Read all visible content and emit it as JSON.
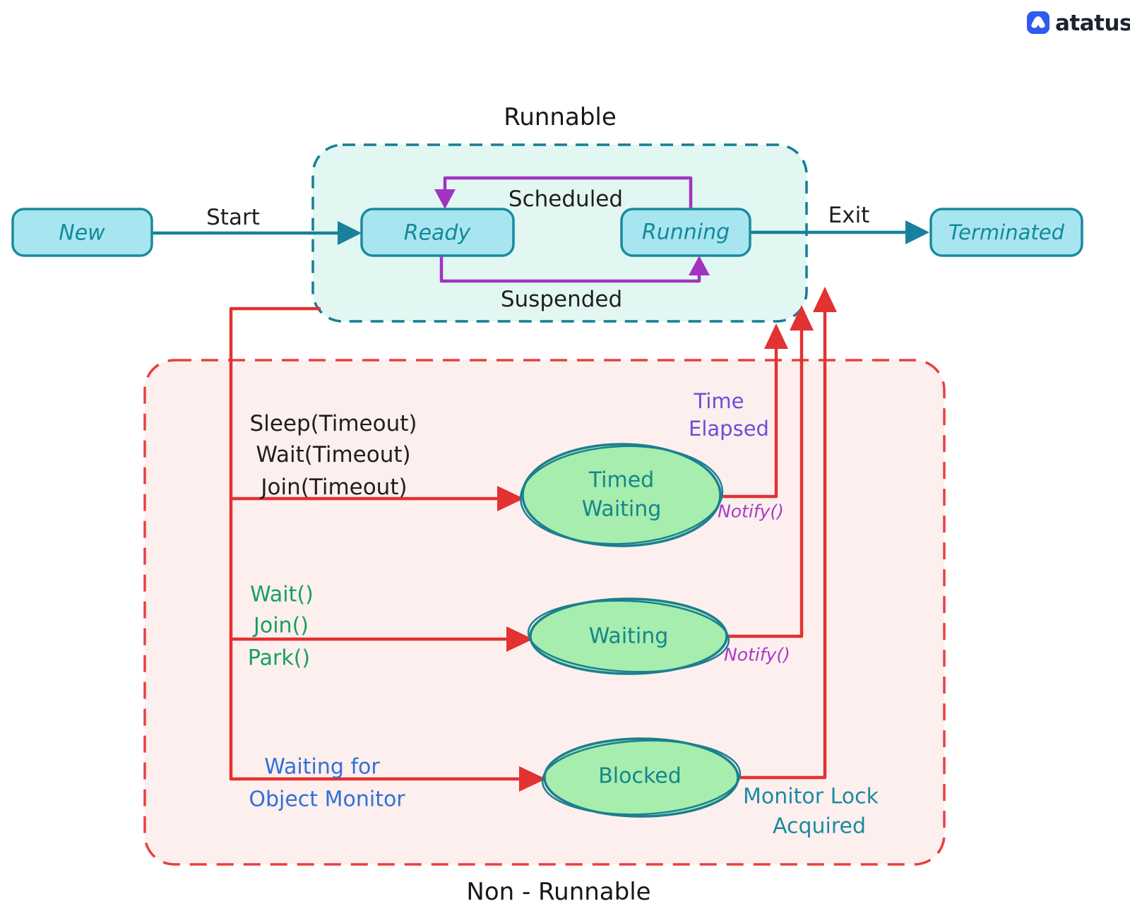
{
  "brand": {
    "logo_text": "atatus"
  },
  "titles": {
    "runnable": "Runnable",
    "non_runnable": "Non - Runnable"
  },
  "states": {
    "new": "New",
    "ready": "Ready",
    "running": "Running",
    "terminated": "Terminated",
    "timed_waiting": {
      "line1": "Timed",
      "line2": "Waiting"
    },
    "waiting": "Waiting",
    "blocked": "Blocked"
  },
  "edges": {
    "start": "Start",
    "exit": "Exit",
    "scheduled": "Scheduled",
    "suspended": "Suspended",
    "timed_calls": {
      "line1": "Sleep(Timeout)",
      "line2": "Wait(Timeout)",
      "line3": "Join(Timeout)"
    },
    "waiting_calls": {
      "line1": "Wait()",
      "line2": "Join()",
      "line3": "Park()"
    },
    "blocked_calls": {
      "line1": "Waiting for",
      "line2": "Object Monitor"
    },
    "time_elapsed": {
      "line1": "Time",
      "line2": "Elapsed"
    },
    "notify_timed": "Notify()",
    "notify_waiting": "Notify()",
    "monitor_lock": {
      "line1": "Monitor Lock",
      "line2": "Acquired"
    }
  },
  "colors": {
    "teal_stroke": "#1a8a9e",
    "teal_dashed_border": "#157e92",
    "runnable_fill": "#e2f7f2",
    "non_runnable_fill": "#fdefee",
    "red": "#e23232",
    "red_dashed_border": "#e84040",
    "purple": "#a233c2",
    "violet_text": "#6a4fd8",
    "magenta_text": "#a43dc6",
    "green_text": "#17a05f",
    "blue_text": "#2e71d8",
    "state_box_fill": "#a7e6f0",
    "ellipse_fill": "#a6edae",
    "logo_blue": "#2f5af0"
  }
}
